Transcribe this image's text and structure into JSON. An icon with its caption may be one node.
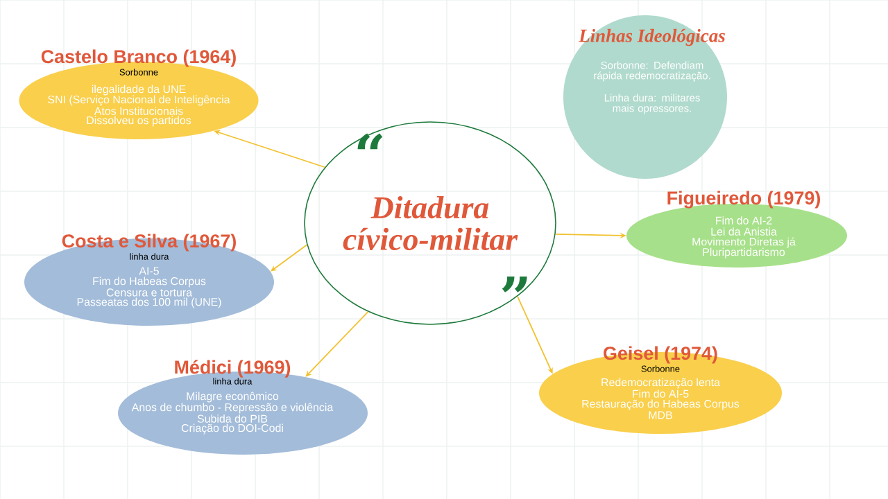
{
  "diagram": {
    "nodes": [
      {
        "text": [
          "Ditadura cívico-militar"
        ]
      },
      {
        "text": [
          "Castelo Branco (1964)",
          "Sorbonne",
          "ilegalidade da UNE",
          "SNI (Serviço Nacional de Inteligência",
          "Atos Institucionais",
          "Dissolveu os partidos"
        ]
      },
      {
        "text": [
          "Costa e Silva (1967)",
          "linha dura",
          "AI-5",
          "Fim do Habeas Corpus",
          "Censura e tortura",
          "Passeatas dos 100 mil (UNE)"
        ]
      },
      {
        "text": [
          "Médici (1969)",
          "linha dura",
          "Milagre econômico",
          "Anos de chumbo - Repressão e violência",
          "Subida do PIB",
          "Criação do DOI-Codi"
        ]
      },
      {
        "text": [
          "Geisel (1974)",
          "Sorbonne",
          "Redemocratização lenta",
          "Fim do AI-5",
          "Restauração do Habeas Corpus",
          "MDB"
        ]
      },
      {
        "text": [
          "Figueiredo (1979)",
          "Fim do AI-2",
          "Lei da Anistia",
          "Movimento Diretas já",
          "Pluripartidarismo"
        ]
      },
      {
        "text": [
          "Linhas Ideológicas",
          "Sorbonne: Defendiam rápida redemocratização.",
          "Linha dura: militares mais opressores."
        ]
      }
    ],
    "edges": [
      {
        "from": 0,
        "to": 1,
        "arrow": "to"
      },
      {
        "from": 0,
        "to": 2,
        "arrow": "to"
      },
      {
        "from": 0,
        "to": 3,
        "arrow": "to"
      },
      {
        "from": 0,
        "to": 4,
        "arrow": "to"
      },
      {
        "from": 0,
        "to": 5,
        "arrow": "to"
      }
    ],
    "labels": [
      "“",
      "”"
    ]
  }
}
